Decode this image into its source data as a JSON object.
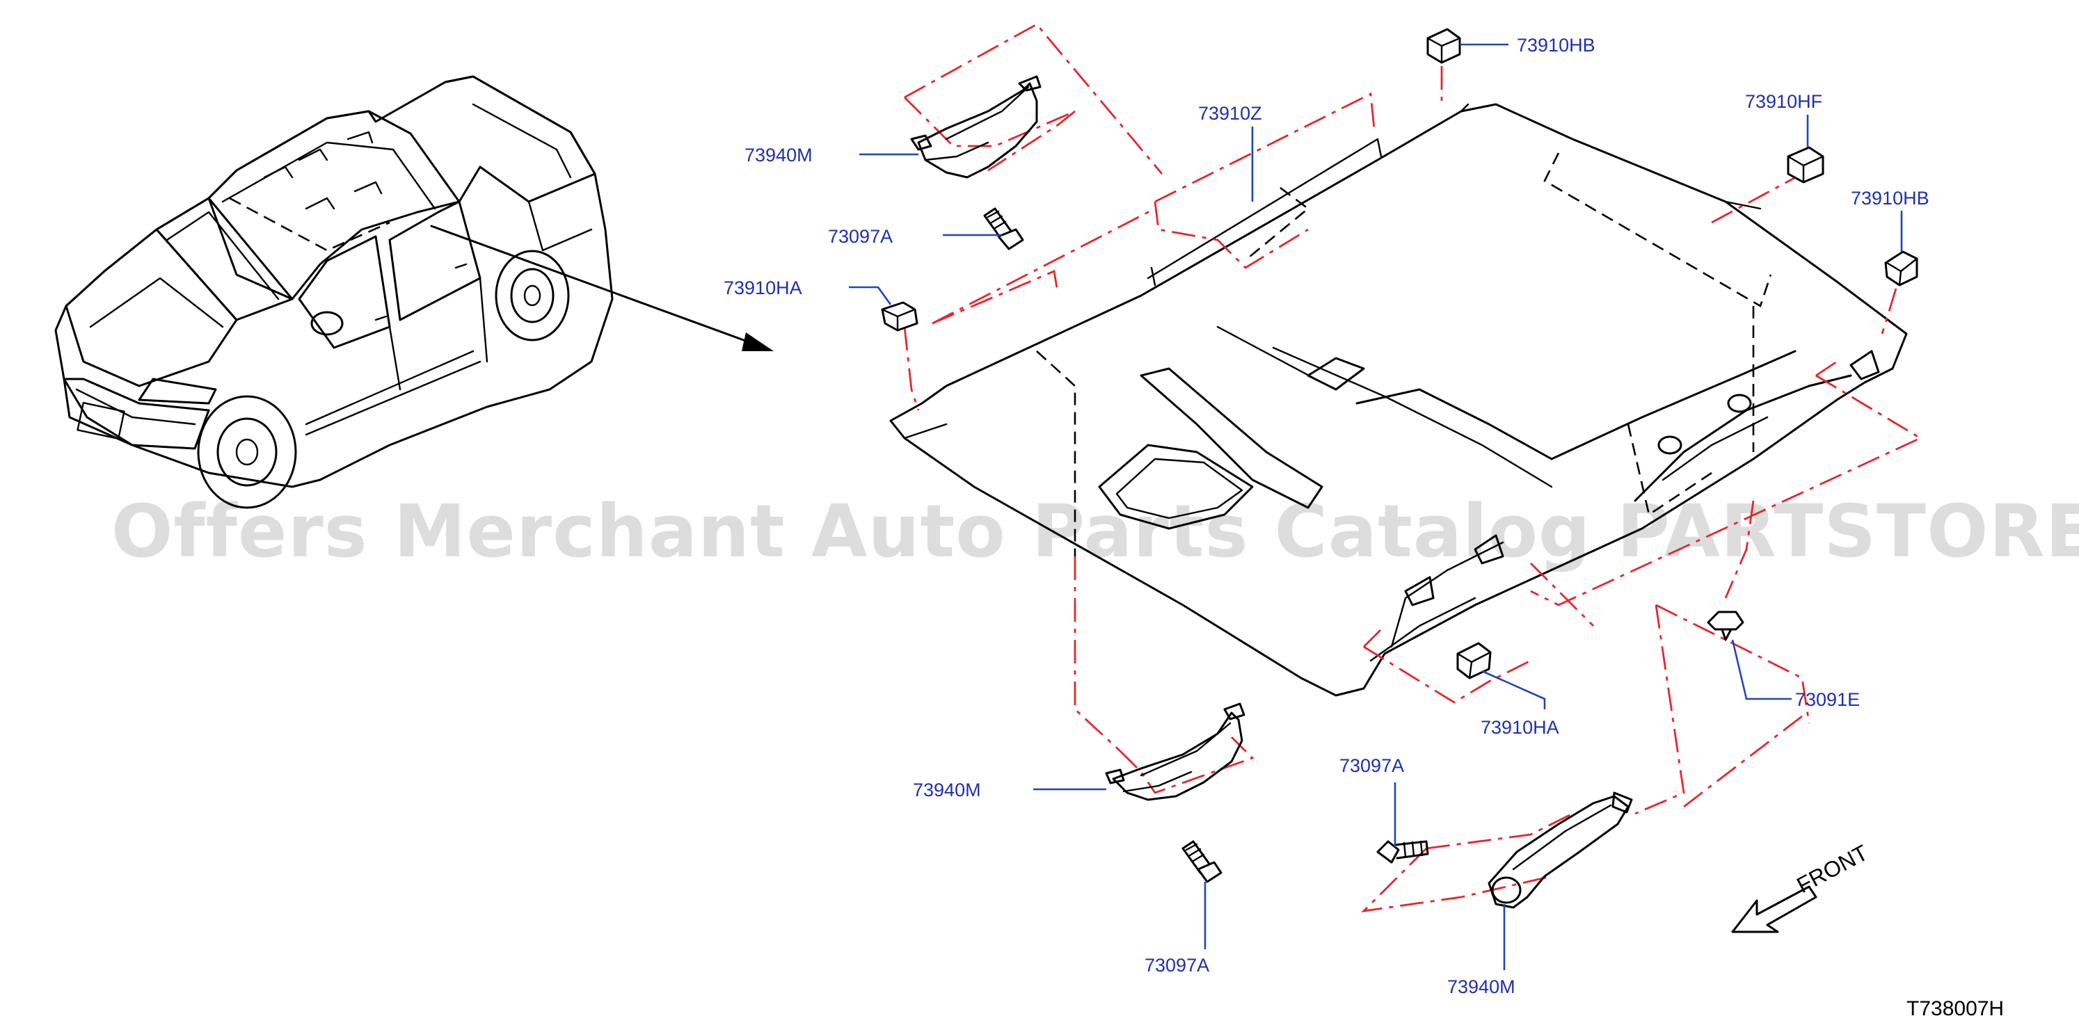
{
  "watermark": "Offers Merchant Auto Parts Catalog PARTSTORE.SA",
  "diagram_code": "T738007H",
  "front_label": "FRONT",
  "colors": {
    "callout_text": "#1f2fb0",
    "leader_line": "#1f45b8",
    "dash_line": "#e8252c",
    "drawing": "#000000",
    "watermark": "#d8d8d8"
  },
  "parts": {
    "p73940m_top": "73940M",
    "p73097a_top": "73097A",
    "p73910ha_left": "73910HA",
    "p73910z": "73910Z",
    "p73910hb_top": "73910HB",
    "p73910hf": "73910HF",
    "p73910hb_right": "73910HB",
    "p73091e": "73091E",
    "p73910ha_bottom": "73910HA",
    "p73097a_mid": "73097A",
    "p73940m_mid": "73940M",
    "p73097a_bottom": "73097A",
    "p73940m_bottom": "73940M"
  }
}
